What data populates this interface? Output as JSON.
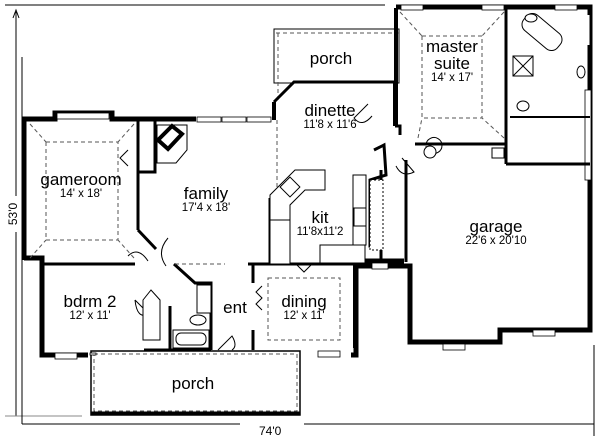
{
  "plan": {
    "overall_width": "74'0",
    "overall_depth": "53'0",
    "rooms": [
      {
        "id": "porch-rear",
        "name": "porch",
        "dims": ""
      },
      {
        "id": "master-suite",
        "name": "master suite",
        "name_line1": "master",
        "name_line2": "suite",
        "dims": "14' x 17'"
      },
      {
        "id": "dinette",
        "name": "dinette",
        "dims": "11'8 x 11'6"
      },
      {
        "id": "gameroom",
        "name": "gameroom",
        "dims": "14' x 18'"
      },
      {
        "id": "family",
        "name": "family",
        "dims": "17'4 x 18'"
      },
      {
        "id": "kit",
        "name": "kit",
        "dims": "11'8x11'2"
      },
      {
        "id": "garage",
        "name": "garage",
        "dims": "22'6 x 20'10"
      },
      {
        "id": "bdrm-2",
        "name": "bdrm 2",
        "dims": "12' x 11'"
      },
      {
        "id": "ent",
        "name": "ent",
        "dims": ""
      },
      {
        "id": "dining",
        "name": "dining",
        "dims": "12' x 11'"
      },
      {
        "id": "porch-front",
        "name": "porch",
        "dims": ""
      }
    ]
  },
  "colors": {
    "wall": "#000000",
    "background": "#ffffff",
    "dashed": "#555555",
    "window": "#ffffff"
  }
}
